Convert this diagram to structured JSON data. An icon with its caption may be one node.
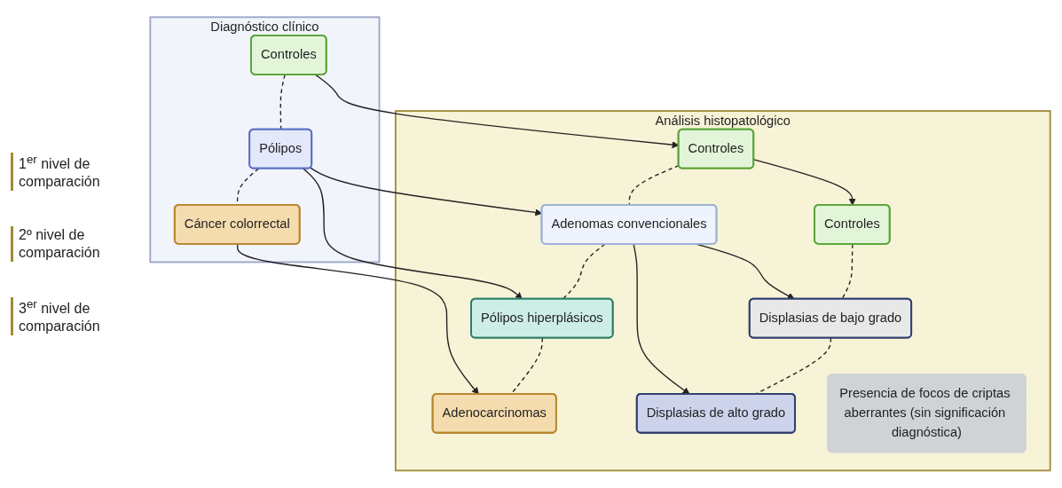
{
  "diagram": {
    "nodes": [
      {
        "text": [
          "Diagnóstico clínico"
        ]
      },
      {
        "text": [
          "Controles"
        ],
        "in": 0
      },
      {
        "text": [
          "Pólipos"
        ],
        "in": 0
      },
      {
        "text": [
          "Cáncer colorrectal"
        ],
        "in": 0
      },
      {
        "text": [
          "Análisis histopatológico"
        ]
      },
      {
        "text": [
          "Controles"
        ],
        "in": 4
      },
      {
        "text": [
          "Adenomas convencionales"
        ],
        "in": 4
      },
      {
        "text": [
          "Pólipos hiperplásicos"
        ],
        "in": 4
      },
      {
        "text": [
          "Adenocarcinomas"
        ],
        "in": 4
      },
      {
        "text": [
          "Controles"
        ],
        "in": 4
      },
      {
        "text": [
          "Displasias de bajo grado"
        ],
        "in": 4
      },
      {
        "text": [
          "Displasias de alto grado"
        ],
        "in": 4
      },
      {
        "text": [
          "Presencia de focos de criptas aberrantes (sin significación diagnóstica)"
        ],
        "in": 4
      }
    ],
    "edges": [
      {
        "from": 1,
        "to": 2,
        "arrow": "none",
        "style": "dashed"
      },
      {
        "from": 2,
        "to": 3,
        "arrow": "none",
        "style": "dashed"
      },
      {
        "from": 1,
        "to": 5,
        "arrow": "to"
      },
      {
        "from": 2,
        "to": 6,
        "arrow": "to"
      },
      {
        "from": 2,
        "to": 7,
        "arrow": "to"
      },
      {
        "from": 3,
        "to": 8,
        "arrow": "to"
      },
      {
        "from": 5,
        "to": 6,
        "arrow": "none",
        "style": "dashed"
      },
      {
        "from": 6,
        "to": 7,
        "arrow": "none",
        "style": "dashed"
      },
      {
        "from": 7,
        "to": 8,
        "arrow": "none",
        "style": "dashed"
      },
      {
        "from": 5,
        "to": 9,
        "arrow": "to"
      },
      {
        "from": 6,
        "to": 10,
        "arrow": "to"
      },
      {
        "from": 6,
        "to": 11,
        "arrow": "to"
      },
      {
        "from": 9,
        "to": 10,
        "arrow": "none",
        "style": "dashed"
      },
      {
        "from": 10,
        "to": 11,
        "arrow": "none",
        "style": "dashed"
      }
    ],
    "labels": [
      "1$^{er}$ nivel de comparación",
      "2º nivel de comparación",
      "3$^{er}$ nivel de comparación"
    ]
  }
}
